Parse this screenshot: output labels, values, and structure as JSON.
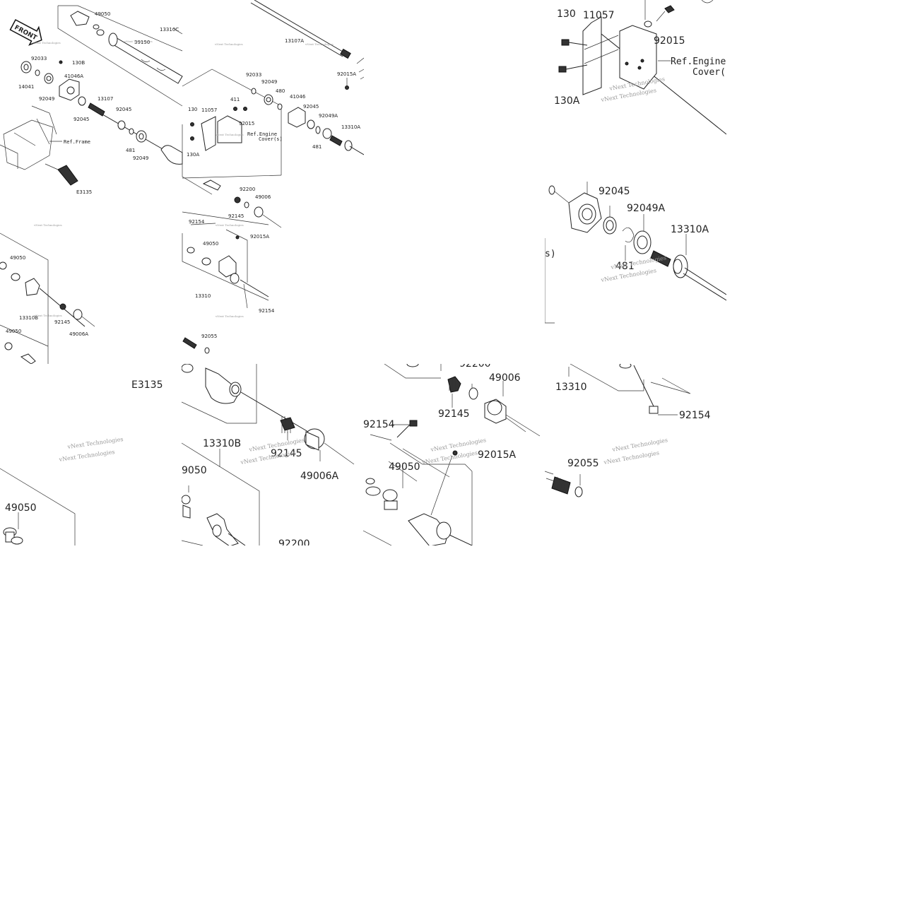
{
  "watermark": "vNext Technologies",
  "front_badge": "FRONT",
  "overview": {
    "labels": [
      "49050",
      "13310C",
      "39150",
      "13107A",
      "92015A",
      "92033",
      "130B",
      "14041",
      "92049",
      "41046A",
      "92045",
      "13107",
      "481",
      "Ref.Frame",
      "E3135",
      "130",
      "11057",
      "411",
      "92015",
      "Ref.Engine",
      "Cover(s)",
      "130A",
      "480",
      "41046",
      "92049A",
      "13310A",
      "92200",
      "49006",
      "92145",
      "92154",
      "13310",
      "13310B",
      "49006A",
      "92055"
    ]
  },
  "zoom_a": {
    "labels": [
      "130",
      "11057",
      "92015",
      "Ref.Engine",
      "Cover(",
      "130A"
    ]
  },
  "zoom_b": {
    "labels": [
      "92045",
      "92049A",
      "13310A",
      "481",
      "s)"
    ]
  },
  "zoom_c": {
    "labels": [
      "E3135",
      "49050"
    ]
  },
  "zoom_d": {
    "labels": [
      "13310B",
      "9050",
      "92145",
      "49006A",
      "92200"
    ]
  },
  "zoom_e": {
    "labels": [
      "92200",
      "49006",
      "92145",
      "92154",
      "49050",
      "92015A"
    ]
  },
  "zoom_f": {
    "labels": [
      "13310",
      "92154",
      "92055"
    ]
  }
}
